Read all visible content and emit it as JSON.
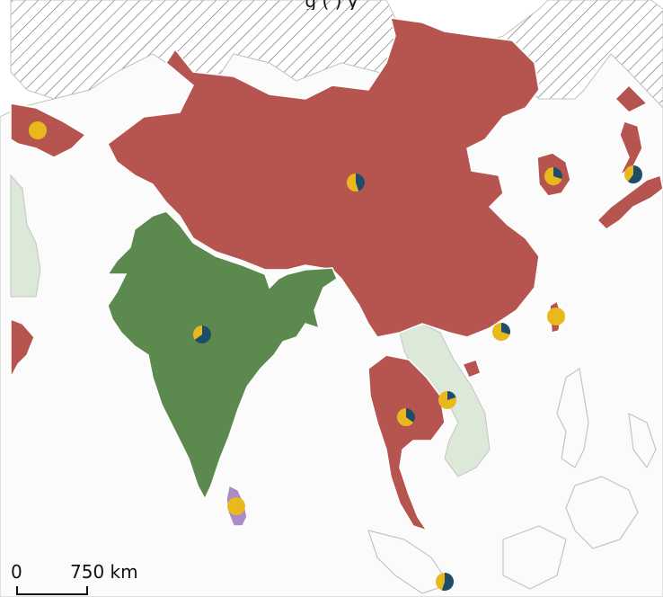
{
  "map": {
    "title_fragment": "g                    (                         )      y",
    "legend_colors": {
      "red_group": "#b65550",
      "green_group": "#5c8a4e",
      "purple_group": "#a98cc8",
      "pale_green": "#dce8d8",
      "neutral_land": "#fcfbfb",
      "border": "#c4c4c4"
    },
    "pie_colors": {
      "yellow": "#e8b81c",
      "navy": "#1d4d6b"
    },
    "markers": [
      {
        "name": "kazakhstan-area",
        "share_navy": 0.0
      },
      {
        "name": "china",
        "share_navy": 0.45
      },
      {
        "name": "korea",
        "share_navy": 0.3
      },
      {
        "name": "japan",
        "share_navy": 0.6
      },
      {
        "name": "india",
        "share_navy": 0.65
      },
      {
        "name": "hong-kong",
        "share_navy": 0.3
      },
      {
        "name": "taiwan",
        "share_navy": 0.0
      },
      {
        "name": "vietnam",
        "share_navy": 0.2
      },
      {
        "name": "thailand",
        "share_navy": 0.35
      },
      {
        "name": "sri-lanka",
        "share_navy": 0.0
      },
      {
        "name": "singapore",
        "share_navy": 0.55
      }
    ]
  },
  "scale": {
    "zero": "0",
    "distance": "750 km"
  }
}
